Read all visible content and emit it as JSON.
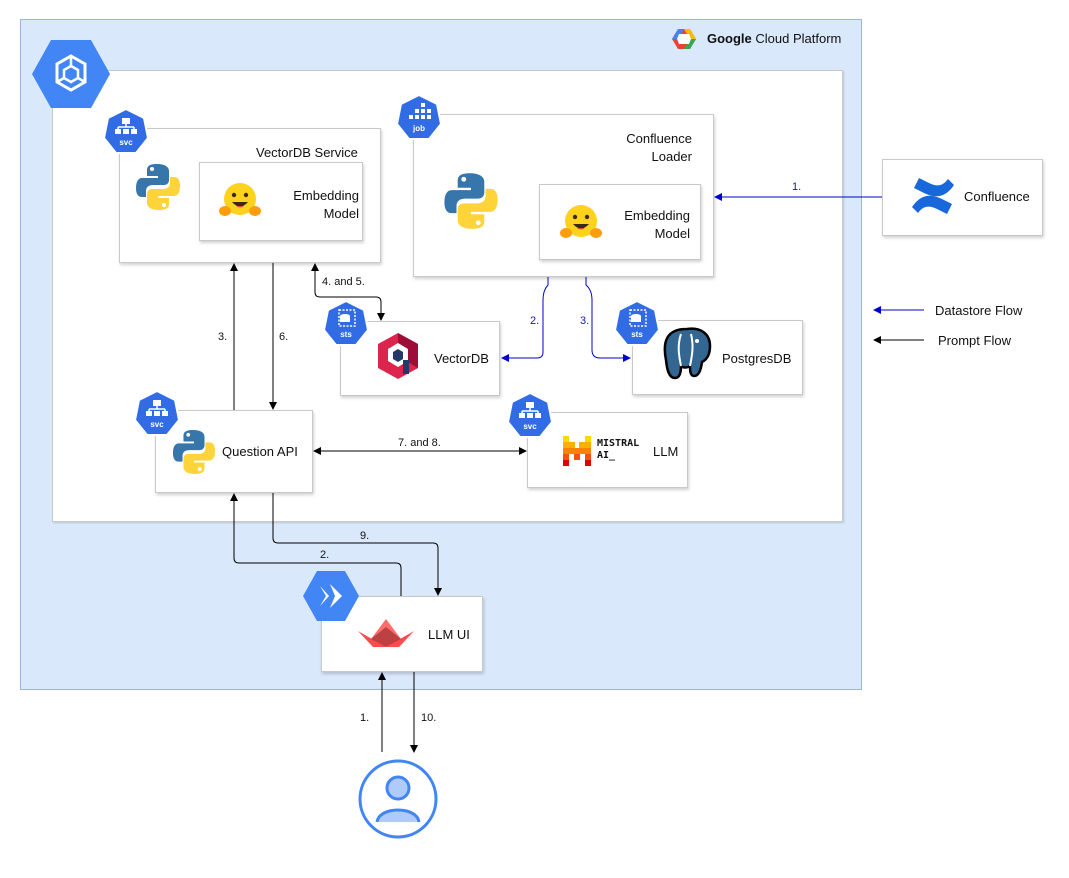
{
  "gcp": {
    "brand_bold": "Google",
    "brand_rest": " Cloud Platform"
  },
  "components": {
    "vectordb_service": "VectorDB Service",
    "embedding_model_1": [
      "Embedding",
      "Model"
    ],
    "confluence_loader": [
      "Confluence",
      "Loader"
    ],
    "embedding_model_2": [
      "Embedding",
      "Model"
    ],
    "confluence": "Confluence",
    "vectordb": "VectorDB",
    "postgresdb": "PostgresDB",
    "question_api": "Question API",
    "llm": "LLM",
    "llm_ui": "LLM UI",
    "mistral_logo": [
      "MISTRAL",
      "AI_"
    ]
  },
  "badges": {
    "svc": "svc",
    "job": "job",
    "sts": "sts"
  },
  "legend": {
    "datastore_flow": "Datastore Flow",
    "prompt_flow": "Prompt Flow"
  },
  "edges": {
    "confluence_to_loader": "1.",
    "loader_to_vectordb": "2.",
    "loader_to_postgres": "3.",
    "service_vectordb": "4. and 5.",
    "api_to_service": "3.",
    "service_to_api": "6.",
    "api_to_llm": "7. and 8.",
    "api_to_ui": "9.",
    "ui_to_api": "2.",
    "user_to_ui": "1.",
    "ui_to_user": "10."
  },
  "colors": {
    "datastore_flow": "#0000cc",
    "prompt_flow": "#000000",
    "gcp_bg": "#dae8fc",
    "k8s_blue": "#326ce5",
    "gcp_icon_blue": "#4285f4"
  }
}
